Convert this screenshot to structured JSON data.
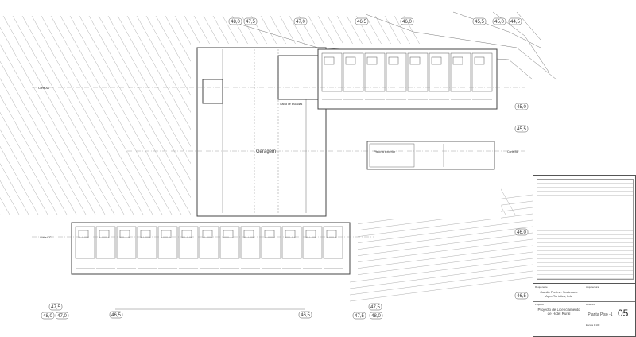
{
  "levels_top": [
    "48,0",
    "47,5",
    "47,0",
    "46,5",
    "46,0",
    "45,5",
    "45,0",
    "44,5"
  ],
  "levels_right": [
    "45,0",
    "45,5",
    "46,0",
    "46,5"
  ],
  "levels_bottom": [
    "47,5",
    "48,0",
    "47,0",
    "46,5",
    "46,5",
    "47,5",
    "47,5",
    "48,0"
  ],
  "section_labels": [
    "Corte AA",
    "Corte BB",
    "Corte CC"
  ],
  "rooms": {
    "pool": "Piscina exterior",
    "garage": "Garagem",
    "stairs": "Caixa de Escadas"
  },
  "title_block": {
    "client_heading": "Requerente",
    "client": "Camilo Partes - Sociedade Agro-Turística, Lda",
    "project_heading": "Projecto",
    "project": "Projecto de Licenciamento de Hotel Rural",
    "drawing_heading": "Desenho",
    "drawing": "Planta Piso -1",
    "sheet_number": "05",
    "scale": "Escala 1:100",
    "author_heading": "Arquitectura"
  },
  "colors": {
    "line": "#555555",
    "hatch": "#9a9a9a"
  }
}
